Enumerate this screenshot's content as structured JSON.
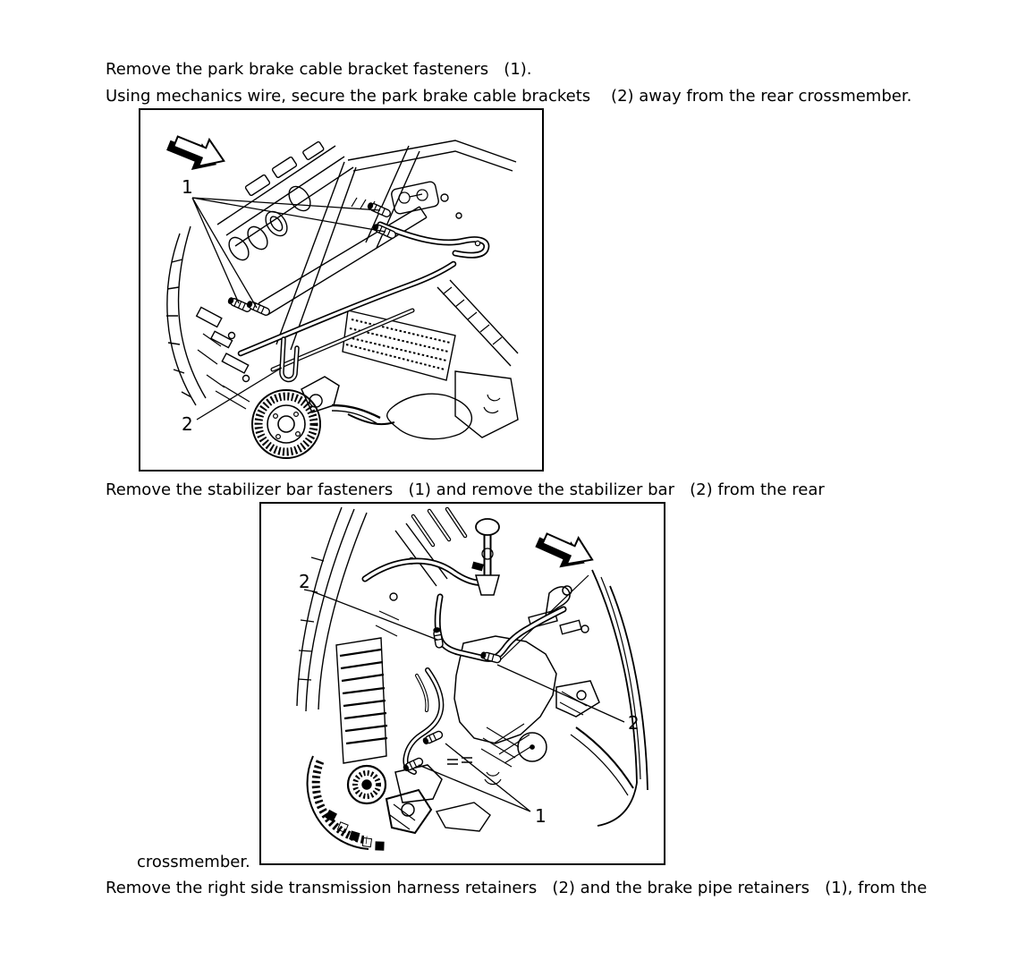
{
  "page": {
    "background_color": "#ffffff",
    "text_color": "#000000",
    "line_art_color": "#000000"
  },
  "instructions": {
    "step1": "Remove the park brake cable bracket fasteners   (1).",
    "step2": "Using mechanics wire, secure the park brake cable brackets    (2) away from the rear crossmember.",
    "step3": "Remove the stabilizer bar fasteners   (1) and remove the stabilizer bar   (2) from the rear",
    "step3_continuation": "crossmember.",
    "step4": "Remove the right side transmission harness retainers   (2) and the brake pipe retainers   (1), from the"
  },
  "figure1": {
    "callout_fasteners": "1",
    "callout_brackets": "2"
  },
  "figure2": {
    "callout_bar_left": "2",
    "callout_bar_right": "2",
    "callout_fasteners": "1"
  }
}
